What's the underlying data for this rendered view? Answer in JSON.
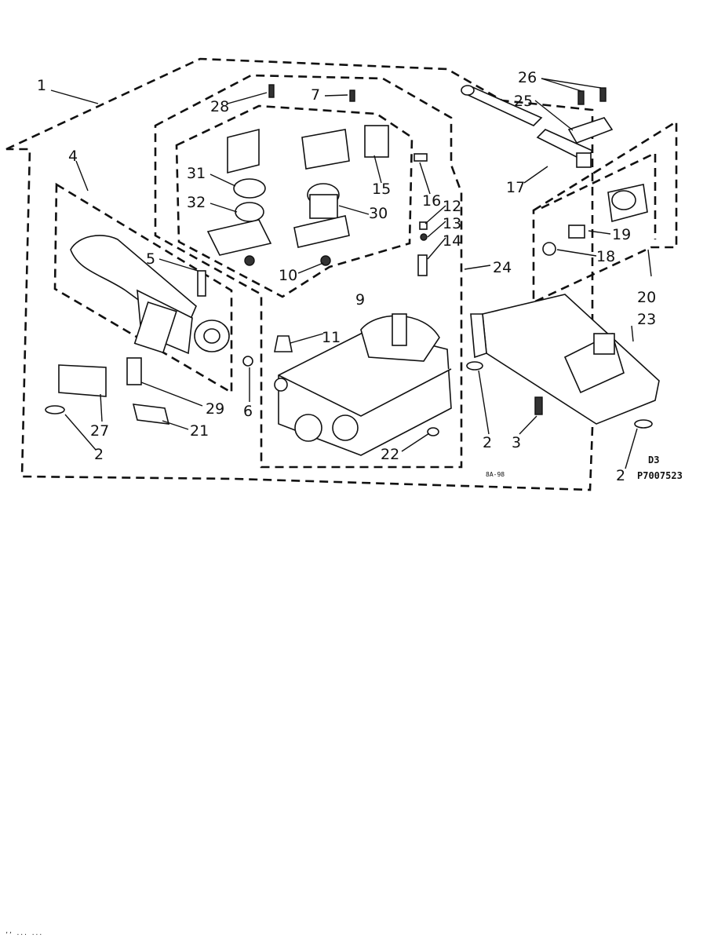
{
  "callouts": [
    {
      "id": "c1",
      "text": "1"
    },
    {
      "id": "c4",
      "text": "4"
    },
    {
      "id": "c28",
      "text": "28"
    },
    {
      "id": "c7",
      "text": "7"
    },
    {
      "id": "c31",
      "text": "31"
    },
    {
      "id": "c32",
      "text": "32"
    },
    {
      "id": "c15",
      "text": "15"
    },
    {
      "id": "c30",
      "text": "30"
    },
    {
      "id": "c16",
      "text": "16"
    },
    {
      "id": "c12",
      "text": "12"
    },
    {
      "id": "c13",
      "text": "13"
    },
    {
      "id": "c14",
      "text": "14"
    },
    {
      "id": "c24",
      "text": "24"
    },
    {
      "id": "c5",
      "text": "5"
    },
    {
      "id": "c10",
      "text": "10"
    },
    {
      "id": "c9",
      "text": "9"
    },
    {
      "id": "c11",
      "text": "11"
    },
    {
      "id": "c6",
      "text": "6"
    },
    {
      "id": "c29",
      "text": "29"
    },
    {
      "id": "c27",
      "text": "27"
    },
    {
      "id": "c21",
      "text": "21"
    },
    {
      "id": "c2a",
      "text": "2"
    },
    {
      "id": "c22",
      "text": "22"
    },
    {
      "id": "c26",
      "text": "26"
    },
    {
      "id": "c25",
      "text": "25"
    },
    {
      "id": "c17",
      "text": "17"
    },
    {
      "id": "c19",
      "text": "19"
    },
    {
      "id": "c18",
      "text": "18"
    },
    {
      "id": "c20",
      "text": "20"
    },
    {
      "id": "c23",
      "text": "23"
    },
    {
      "id": "c2b",
      "text": "2"
    },
    {
      "id": "c3",
      "text": "3"
    },
    {
      "id": "c2c",
      "text": "2"
    }
  ],
  "codes": {
    "d3": "D3",
    "part_number": "P7007523",
    "small_mark": "8A-98"
  },
  "footer": "’’ ··· ···"
}
